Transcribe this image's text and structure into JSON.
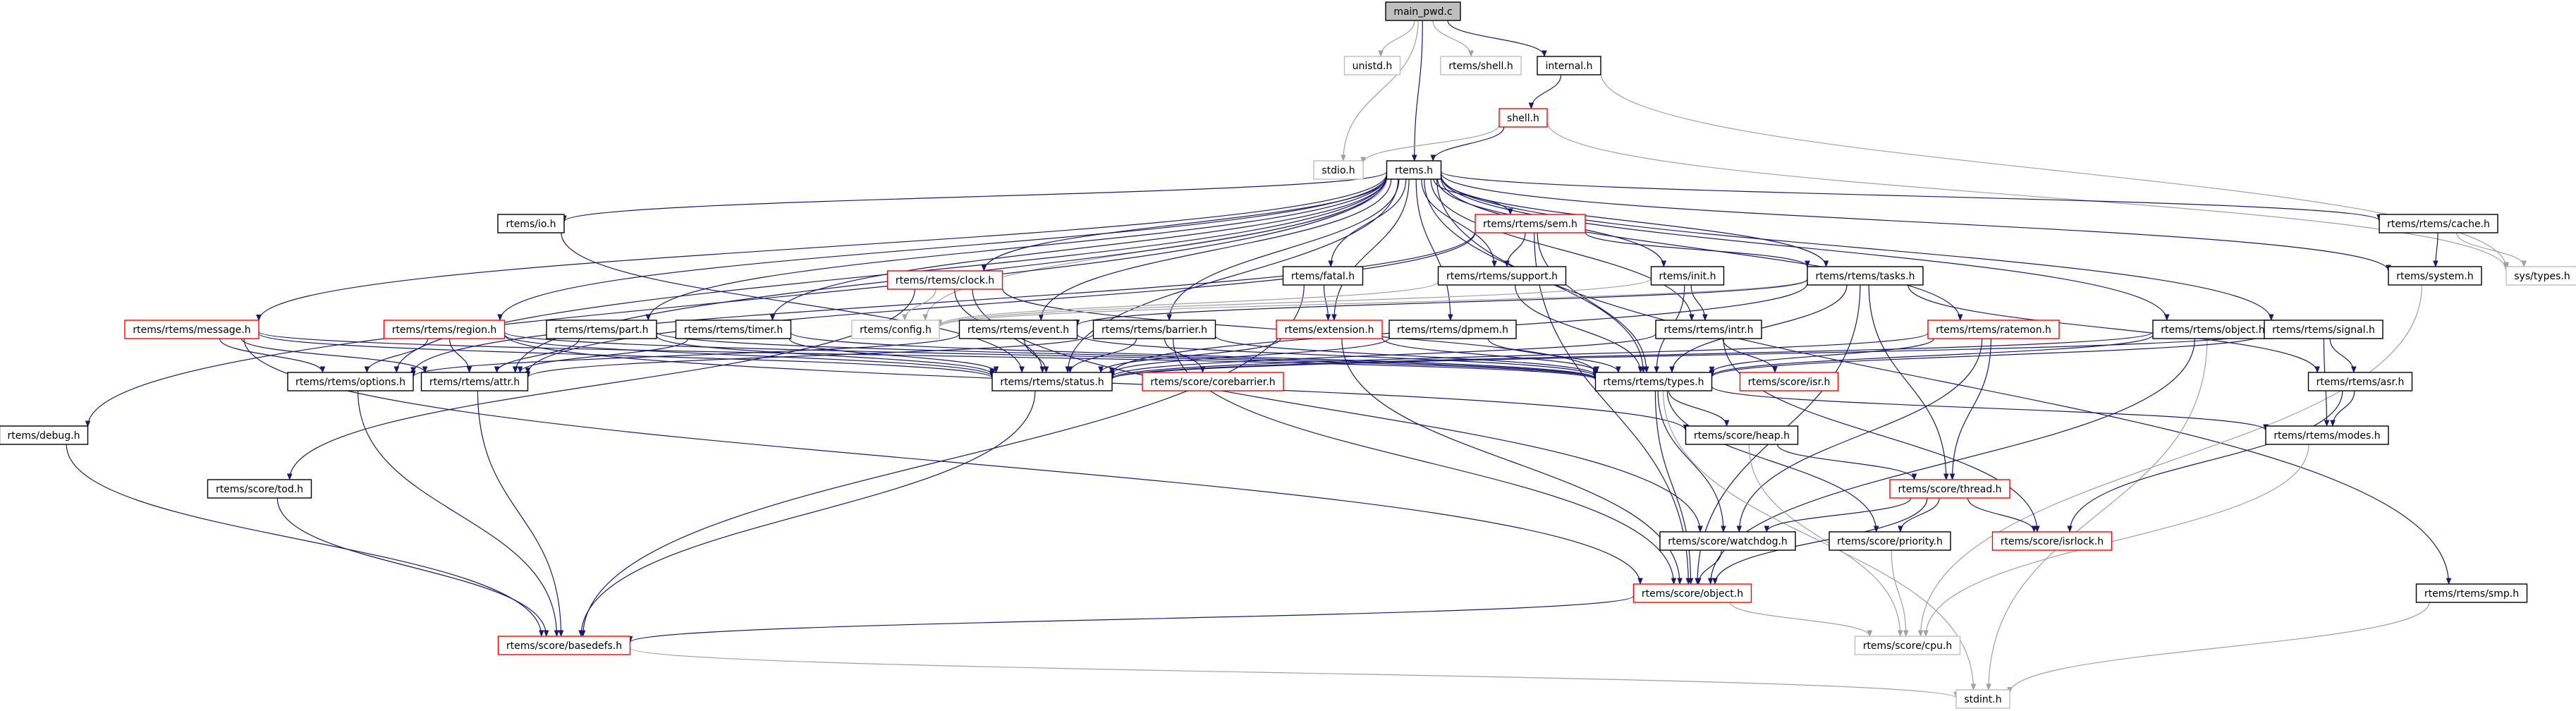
{
  "colors": {
    "edge": "#191970",
    "edge_system": "#a0a0a0",
    "border_default": "#000000",
    "border_incomplete": "#ff0000",
    "border_system": "#bfbfbf",
    "root_fill": "#bfbfbf",
    "fill": "#ffffff"
  },
  "graph": {
    "root": "main_pwd.c",
    "nodes": [
      {
        "id": "main_pwd",
        "label": "main_pwd.c",
        "style": "root"
      },
      {
        "id": "unistd",
        "label": "unistd.h",
        "style": "system"
      },
      {
        "id": "shellh_sys",
        "label": "rtems/shell.h",
        "style": "system"
      },
      {
        "id": "internal",
        "label": "internal.h",
        "style": "default"
      },
      {
        "id": "shell",
        "label": "shell.h",
        "style": "incomplete"
      },
      {
        "id": "stdio",
        "label": "stdio.h",
        "style": "system"
      },
      {
        "id": "rtems",
        "label": "rtems.h",
        "style": "default"
      },
      {
        "id": "systypes",
        "label": "sys/types.h",
        "style": "system"
      },
      {
        "id": "io",
        "label": "rtems/io.h",
        "style": "default"
      },
      {
        "id": "sem",
        "label": "rtems/rtems/sem.h",
        "style": "incomplete"
      },
      {
        "id": "cache",
        "label": "rtems/rtems/cache.h",
        "style": "default"
      },
      {
        "id": "clock",
        "label": "rtems/rtems/clock.h",
        "style": "incomplete"
      },
      {
        "id": "fatal",
        "label": "rtems/fatal.h",
        "style": "default"
      },
      {
        "id": "support",
        "label": "rtems/rtems/support.h",
        "style": "default"
      },
      {
        "id": "init",
        "label": "rtems/init.h",
        "style": "default"
      },
      {
        "id": "tasks",
        "label": "rtems/rtems/tasks.h",
        "style": "default"
      },
      {
        "id": "system",
        "label": "rtems/system.h",
        "style": "default"
      },
      {
        "id": "message",
        "label": "rtems/rtems/message.h",
        "style": "incomplete"
      },
      {
        "id": "region",
        "label": "rtems/rtems/region.h",
        "style": "incomplete"
      },
      {
        "id": "part",
        "label": "rtems/rtems/part.h",
        "style": "default"
      },
      {
        "id": "timer",
        "label": "rtems/rtems/timer.h",
        "style": "default"
      },
      {
        "id": "config",
        "label": "rtems/config.h",
        "style": "system"
      },
      {
        "id": "event",
        "label": "rtems/rtems/event.h",
        "style": "default"
      },
      {
        "id": "barrier",
        "label": "rtems/rtems/barrier.h",
        "style": "default"
      },
      {
        "id": "extension",
        "label": "rtems/extension.h",
        "style": "incomplete"
      },
      {
        "id": "dpmem",
        "label": "rtems/rtems/dpmem.h",
        "style": "default"
      },
      {
        "id": "intr",
        "label": "rtems/rtems/intr.h",
        "style": "default"
      },
      {
        "id": "ratemon",
        "label": "rtems/rtems/ratemon.h",
        "style": "incomplete"
      },
      {
        "id": "object",
        "label": "rtems/rtems/object.h",
        "style": "default"
      },
      {
        "id": "signal",
        "label": "rtems/rtems/signal.h",
        "style": "default"
      },
      {
        "id": "debug",
        "label": "rtems/debug.h",
        "style": "default"
      },
      {
        "id": "options",
        "label": "rtems/rtems/options.h",
        "style": "default"
      },
      {
        "id": "attr",
        "label": "rtems/rtems/attr.h",
        "style": "default"
      },
      {
        "id": "status",
        "label": "rtems/rtems/status.h",
        "style": "default"
      },
      {
        "id": "corebarrier",
        "label": "rtems/score/corebarrier.h",
        "style": "incomplete"
      },
      {
        "id": "types",
        "label": "rtems/rtems/types.h",
        "style": "default"
      },
      {
        "id": "isr",
        "label": "rtems/score/isr.h",
        "style": "incomplete"
      },
      {
        "id": "asr",
        "label": "rtems/rtems/asr.h",
        "style": "default"
      },
      {
        "id": "heap",
        "label": "rtems/score/heap.h",
        "style": "default"
      },
      {
        "id": "modes",
        "label": "rtems/rtems/modes.h",
        "style": "default"
      },
      {
        "id": "tod",
        "label": "rtems/score/tod.h",
        "style": "default"
      },
      {
        "id": "thread",
        "label": "rtems/score/thread.h",
        "style": "incomplete"
      },
      {
        "id": "watchdog",
        "label": "rtems/score/watchdog.h",
        "style": "default"
      },
      {
        "id": "priority",
        "label": "rtems/score/priority.h",
        "style": "default"
      },
      {
        "id": "isrlock",
        "label": "rtems/score/isrlock.h",
        "style": "incomplete"
      },
      {
        "id": "scoreobject",
        "label": "rtems/score/object.h",
        "style": "incomplete"
      },
      {
        "id": "smp",
        "label": "rtems/rtems/smp.h",
        "style": "default"
      },
      {
        "id": "basedefs",
        "label": "rtems/score/basedefs.h",
        "style": "incomplete"
      },
      {
        "id": "cpu",
        "label": "rtems/score/cpu.h",
        "style": "system"
      },
      {
        "id": "stdint",
        "label": "stdint.h",
        "style": "system"
      }
    ],
    "edges": [
      [
        "main_pwd",
        "unistd"
      ],
      [
        "main_pwd",
        "shellh_sys"
      ],
      [
        "main_pwd",
        "internal"
      ],
      [
        "main_pwd",
        "stdio"
      ],
      [
        "main_pwd",
        "rtems"
      ],
      [
        "internal",
        "shell"
      ],
      [
        "internal",
        "systypes"
      ],
      [
        "shell",
        "stdio"
      ],
      [
        "shell",
        "rtems"
      ],
      [
        "shell",
        "systypes"
      ],
      [
        "rtems",
        "io"
      ],
      [
        "rtems",
        "sem"
      ],
      [
        "rtems",
        "cache"
      ],
      [
        "rtems",
        "clock"
      ],
      [
        "rtems",
        "fatal"
      ],
      [
        "rtems",
        "support"
      ],
      [
        "rtems",
        "init"
      ],
      [
        "rtems",
        "tasks"
      ],
      [
        "rtems",
        "system"
      ],
      [
        "rtems",
        "message"
      ],
      [
        "rtems",
        "region"
      ],
      [
        "rtems",
        "part"
      ],
      [
        "rtems",
        "timer"
      ],
      [
        "rtems",
        "config"
      ],
      [
        "rtems",
        "event"
      ],
      [
        "rtems",
        "barrier"
      ],
      [
        "rtems",
        "extension"
      ],
      [
        "rtems",
        "dpmem"
      ],
      [
        "rtems",
        "intr"
      ],
      [
        "rtems",
        "ratemon"
      ],
      [
        "rtems",
        "object"
      ],
      [
        "rtems",
        "signal"
      ],
      [
        "rtems",
        "debug"
      ],
      [
        "rtems",
        "smp"
      ],
      [
        "rtems",
        "types"
      ],
      [
        "rtems",
        "status"
      ],
      [
        "rtems",
        "options"
      ],
      [
        "rtems",
        "attr"
      ],
      [
        "io",
        "status"
      ],
      [
        "sem",
        "tasks"
      ],
      [
        "sem",
        "support"
      ],
      [
        "sem",
        "types"
      ],
      [
        "sem",
        "options"
      ],
      [
        "sem",
        "attr"
      ],
      [
        "sem",
        "scoreobject"
      ],
      [
        "cache",
        "systypes"
      ],
      [
        "cache",
        "system"
      ],
      [
        "clock",
        "config"
      ],
      [
        "clock",
        "types"
      ],
      [
        "clock",
        "status"
      ],
      [
        "clock",
        "tod"
      ],
      [
        "clock",
        "watchdog"
      ],
      [
        "fatal",
        "extension"
      ],
      [
        "fatal",
        "basedefs"
      ],
      [
        "support",
        "config"
      ],
      [
        "support",
        "types"
      ],
      [
        "init",
        "config"
      ],
      [
        "init",
        "types"
      ],
      [
        "init",
        "intr"
      ],
      [
        "tasks",
        "config"
      ],
      [
        "tasks",
        "event"
      ],
      [
        "tasks",
        "asr"
      ],
      [
        "tasks",
        "types"
      ],
      [
        "tasks",
        "thread"
      ],
      [
        "tasks",
        "scoreobject"
      ],
      [
        "tasks",
        "status"
      ],
      [
        "system",
        "cpu"
      ],
      [
        "message",
        "options"
      ],
      [
        "message",
        "attr"
      ],
      [
        "message",
        "status"
      ],
      [
        "message",
        "types"
      ],
      [
        "message",
        "scoreobject"
      ],
      [
        "region",
        "options"
      ],
      [
        "region",
        "attr"
      ],
      [
        "region",
        "status"
      ],
      [
        "region",
        "types"
      ],
      [
        "region",
        "heap"
      ],
      [
        "part",
        "attr"
      ],
      [
        "part",
        "status"
      ],
      [
        "part",
        "types"
      ],
      [
        "timer",
        "attr"
      ],
      [
        "timer",
        "status"
      ],
      [
        "timer",
        "types"
      ],
      [
        "event",
        "status"
      ],
      [
        "event",
        "types"
      ],
      [
        "event",
        "options"
      ],
      [
        "barrier",
        "attr"
      ],
      [
        "barrier",
        "status"
      ],
      [
        "barrier",
        "types"
      ],
      [
        "barrier",
        "corebarrier"
      ],
      [
        "barrier",
        "scoreobject"
      ],
      [
        "extension",
        "status"
      ],
      [
        "extension",
        "types"
      ],
      [
        "extension",
        "scoreobject"
      ],
      [
        "dpmem",
        "status"
      ],
      [
        "dpmem",
        "types"
      ],
      [
        "intr",
        "isr"
      ],
      [
        "intr",
        "isrlock"
      ],
      [
        "intr",
        "status"
      ],
      [
        "ratemon",
        "status"
      ],
      [
        "ratemon",
        "types"
      ],
      [
        "ratemon",
        "thread"
      ],
      [
        "ratemon",
        "watchdog"
      ],
      [
        "object",
        "types"
      ],
      [
        "object",
        "status"
      ],
      [
        "object",
        "scoreobject"
      ],
      [
        "object",
        "stdint"
      ],
      [
        "signal",
        "asr"
      ],
      [
        "signal",
        "modes"
      ],
      [
        "signal",
        "types"
      ],
      [
        "signal",
        "status"
      ],
      [
        "debug",
        "basedefs"
      ],
      [
        "options",
        "basedefs"
      ],
      [
        "attr",
        "basedefs"
      ],
      [
        "status",
        "basedefs"
      ],
      [
        "types",
        "heap"
      ],
      [
        "types",
        "modes"
      ],
      [
        "types",
        "scoreobject"
      ],
      [
        "types",
        "priority"
      ],
      [
        "types",
        "watchdog"
      ],
      [
        "types",
        "stdint"
      ],
      [
        "asr",
        "modes"
      ],
      [
        "asr",
        "isrlock"
      ],
      [
        "heap",
        "thread"
      ],
      [
        "heap",
        "cpu"
      ],
      [
        "modes",
        "cpu"
      ],
      [
        "tod",
        "basedefs"
      ],
      [
        "thread",
        "watchdog"
      ],
      [
        "thread",
        "priority"
      ],
      [
        "thread",
        "isrlock"
      ],
      [
        "thread",
        "scoreobject"
      ],
      [
        "watchdog",
        "scoreobject"
      ],
      [
        "priority",
        "cpu"
      ],
      [
        "scoreobject",
        "basedefs"
      ],
      [
        "scoreobject",
        "cpu"
      ],
      [
        "smp",
        "stdint"
      ],
      [
        "basedefs",
        "stdint"
      ]
    ]
  }
}
